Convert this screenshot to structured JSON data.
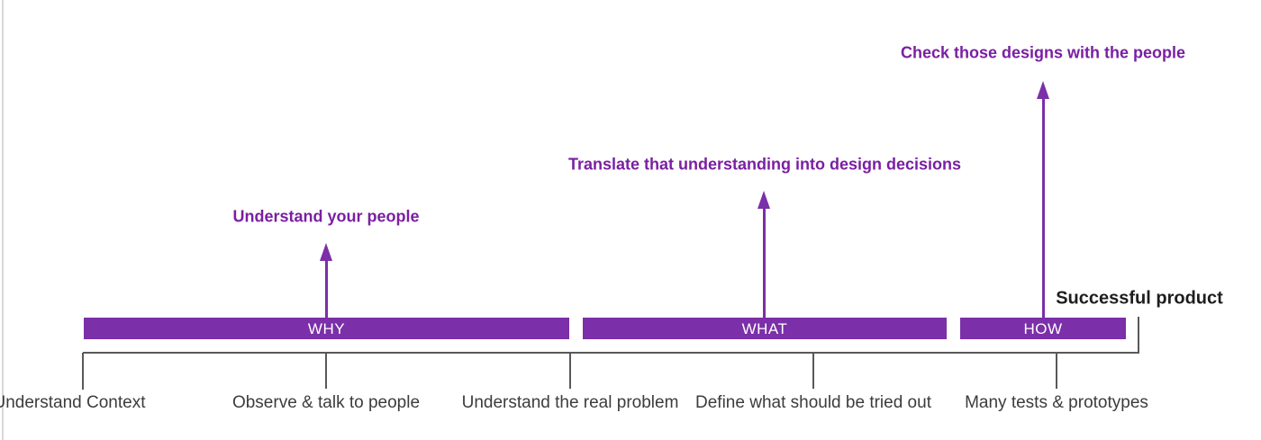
{
  "diagram": {
    "title": "design-process-timeline",
    "phases": [
      {
        "label": "WHY"
      },
      {
        "label": "WHAT"
      },
      {
        "label": "HOW"
      }
    ],
    "callouts": [
      {
        "text": "Understand your people"
      },
      {
        "text": "Translate that understanding into design decisions"
      },
      {
        "text": "Check those designs with the people"
      }
    ],
    "milestone": "Successful product",
    "steps": [
      {
        "label": "Understand Context"
      },
      {
        "label": "Observe & talk to people"
      },
      {
        "label": "Understand the real problem"
      },
      {
        "label": "Define what should be tried out"
      },
      {
        "label": "Many tests & prototypes"
      }
    ],
    "colors": {
      "purple": "#7b2fa8",
      "purple_text": "#7a1fa2",
      "line_gray": "#595959",
      "step_text": "#3c3c3c",
      "milestone_text": "#1e1e1e",
      "border_gray": "#d9d9d9"
    }
  }
}
